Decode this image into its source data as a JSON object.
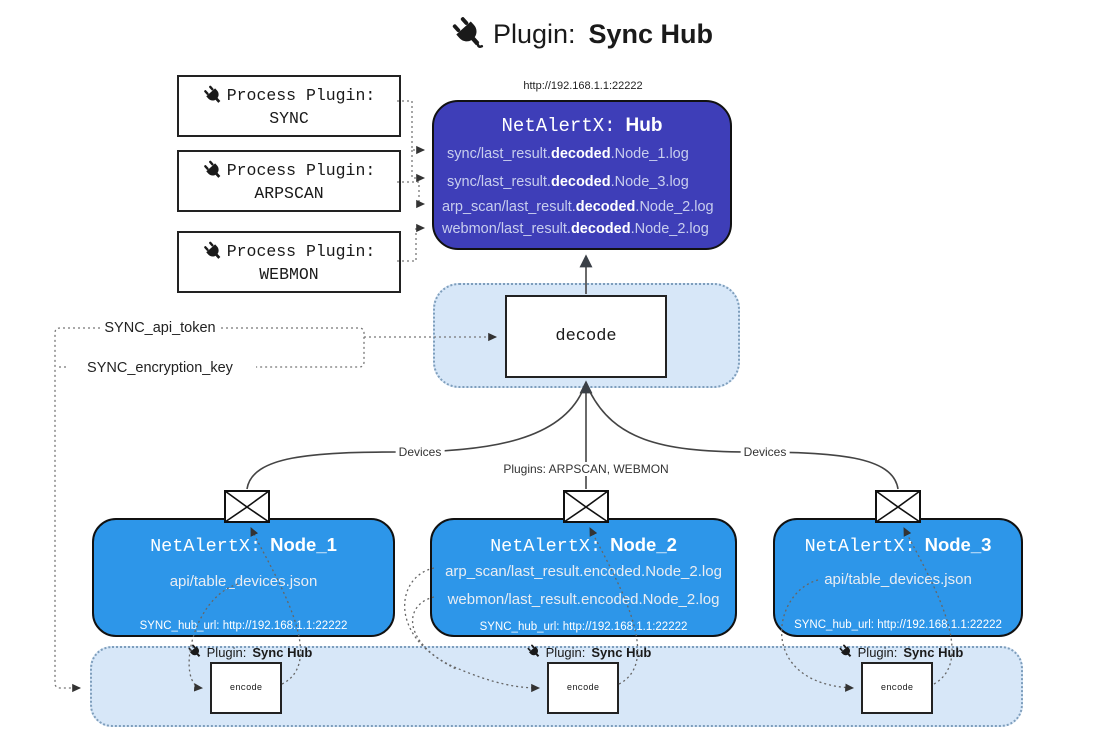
{
  "title": {
    "prefix": "Plugin:",
    "name": "Sync Hub"
  },
  "hub": {
    "url": "http://192.168.1.1:22222",
    "title_prefix": "NetAlertX:",
    "title_name": "Hub",
    "logs": [
      {
        "pre": "sync/last_result.",
        "bold": "decoded",
        "post": ".Node_1.log"
      },
      {
        "pre": "sync/last_result.",
        "bold": "decoded",
        "post": ".Node_3.log"
      },
      {
        "pre": "arp_scan/last_result.",
        "bold": "decoded",
        "post": ".Node_2.log"
      },
      {
        "pre": "webmon/last_result.",
        "bold": "decoded",
        "post": ".Node_2.log"
      }
    ]
  },
  "process_plugins": [
    {
      "label": "Process Plugin:",
      "name": "SYNC"
    },
    {
      "label": "Process Plugin:",
      "name": "ARPSCAN"
    },
    {
      "label": "Process Plugin:",
      "name": "WEBMON"
    }
  ],
  "decode": {
    "label": "decode"
  },
  "config": {
    "api_token": "SYNC_api_token",
    "encryption_key": "SYNC_encryption_key"
  },
  "edges": {
    "devices_left": "Devices",
    "plugins_mid": "Plugins: ARPSCAN, WEBMON",
    "devices_right": "Devices"
  },
  "nodes": [
    {
      "title_prefix": "NetAlertX:",
      "title_name": "Node_1",
      "files": [
        "api/table_devices.json"
      ],
      "hub_url": "SYNC_hub_url: http://192.168.1.1:22222"
    },
    {
      "title_prefix": "NetAlertX:",
      "title_name": "Node_2",
      "files": [
        "arp_scan/last_result.encoded.Node_2.log",
        "webmon/last_result.encoded.Node_2.log"
      ],
      "hub_url": "SYNC_hub_url: http://192.168.1.1:22222"
    },
    {
      "title_prefix": "NetAlertX:",
      "title_name": "Node_3",
      "files": [
        "api/table_devices.json"
      ],
      "hub_url": "SYNC_hub_url: http://192.168.1.1:22222"
    }
  ],
  "encode_sections": [
    {
      "plugin_prefix": "Plugin:",
      "plugin_name": "Sync Hub",
      "box_label": "encode"
    },
    {
      "plugin_prefix": "Plugin:",
      "plugin_name": "Sync Hub",
      "box_label": "encode"
    },
    {
      "plugin_prefix": "Plugin:",
      "plugin_name": "Sync Hub",
      "box_label": "encode"
    }
  ],
  "icons": {
    "plug": "plug-icon",
    "envelope": "envelope-icon"
  },
  "colors": {
    "hub_bg": "#3E3EB8",
    "node_bg": "#2D96E9",
    "container_bg": "#D7E7F8",
    "container_border": "#7E9EBC",
    "hub_text_light": "#C8CEEE",
    "line_dark": "#444444",
    "line_dotted": "#777777"
  }
}
